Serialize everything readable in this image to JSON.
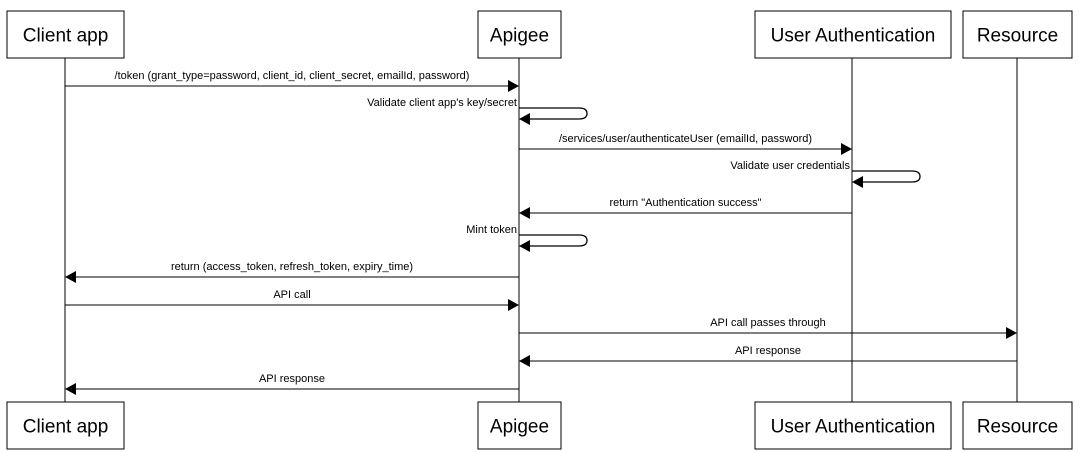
{
  "participants": [
    {
      "id": "client",
      "name": "Client app"
    },
    {
      "id": "apigee",
      "name": "Apigee"
    },
    {
      "id": "auth",
      "name": "User Authentication"
    },
    {
      "id": "resource",
      "name": "Resource"
    }
  ],
  "messages": [
    {
      "from": "client",
      "to": "apigee",
      "label": "/token (grant_type=password, client_id, client_secret, emailId, password)",
      "dashed": false
    },
    {
      "from": "apigee",
      "to": "apigee",
      "label": "Validate client app's key/secret",
      "self": true
    },
    {
      "from": "apigee",
      "to": "auth",
      "label": "/services/user/authenticateUser (emailId, password)",
      "dashed": false
    },
    {
      "from": "auth",
      "to": "auth",
      "label": "Validate user credentials",
      "self": true
    },
    {
      "from": "auth",
      "to": "apigee",
      "label": "return \"Authentication success\"",
      "dashed": false
    },
    {
      "from": "apigee",
      "to": "apigee",
      "label": "Mint token",
      "self": true
    },
    {
      "from": "apigee",
      "to": "client",
      "label": "return (access_token, refresh_token, expiry_time)",
      "dashed": false
    },
    {
      "from": "client",
      "to": "apigee",
      "label": "API call",
      "dashed": false
    },
    {
      "from": "apigee",
      "to": "resource",
      "label": "API call passes through",
      "dashed": false
    },
    {
      "from": "resource",
      "to": "apigee",
      "label": "API response",
      "dashed": false
    },
    {
      "from": "apigee",
      "to": "client",
      "label": "API response",
      "dashed": false
    }
  ]
}
